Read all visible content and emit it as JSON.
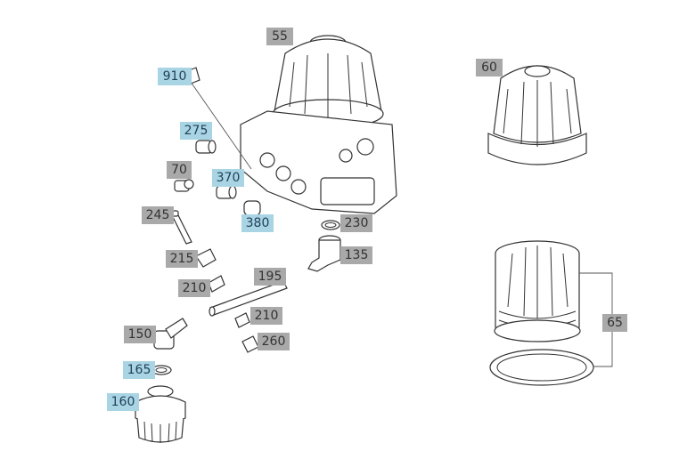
{
  "callouts": [
    {
      "id": "c55",
      "text": "55",
      "style": "gray"
    },
    {
      "id": "c60",
      "text": "60",
      "style": "gray"
    },
    {
      "id": "c910",
      "text": "910",
      "style": "blue"
    },
    {
      "id": "c275",
      "text": "275",
      "style": "blue"
    },
    {
      "id": "c70",
      "text": "70",
      "style": "gray"
    },
    {
      "id": "c370",
      "text": "370",
      "style": "blue"
    },
    {
      "id": "c380",
      "text": "380",
      "style": "blue"
    },
    {
      "id": "c245",
      "text": "245",
      "style": "gray"
    },
    {
      "id": "c230",
      "text": "230",
      "style": "gray"
    },
    {
      "id": "c135",
      "text": "135",
      "style": "gray"
    },
    {
      "id": "c215",
      "text": "215",
      "style": "gray"
    },
    {
      "id": "c195",
      "text": "195",
      "style": "gray"
    },
    {
      "id": "c210a",
      "text": "210",
      "style": "gray"
    },
    {
      "id": "c210b",
      "text": "210",
      "style": "gray"
    },
    {
      "id": "c150",
      "text": "150",
      "style": "gray"
    },
    {
      "id": "c260",
      "text": "260",
      "style": "gray"
    },
    {
      "id": "c165",
      "text": "165",
      "style": "blue"
    },
    {
      "id": "c160",
      "text": "160",
      "style": "blue"
    },
    {
      "id": "c65",
      "text": "65",
      "style": "gray"
    }
  ]
}
